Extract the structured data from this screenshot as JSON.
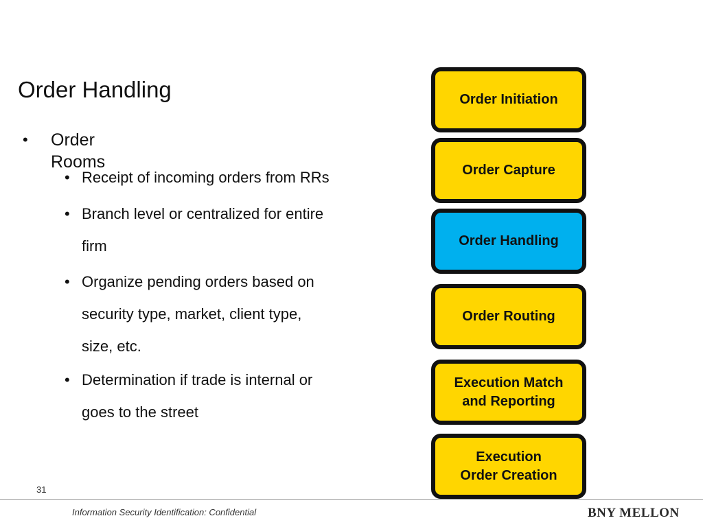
{
  "slide": {
    "title": "Order Handling",
    "level1": {
      "marker": "•",
      "text": "Order Rooms"
    },
    "level2": [
      {
        "marker": "•",
        "lines": [
          "Receipt of incoming orders from RRs"
        ]
      },
      {
        "marker": "•",
        "lines": [
          "Branch level or centralized for entire",
          "firm"
        ]
      },
      {
        "marker": "•",
        "lines": [
          "Organize pending orders based on",
          "security type, market, client type,",
          "size, etc."
        ]
      },
      {
        "marker": "•",
        "lines": [
          "Determination if trade is internal or",
          "goes to the street"
        ]
      }
    ]
  },
  "flow": {
    "colors": {
      "default": "#FFD600",
      "active": "#00B0EE",
      "border": "#111111"
    },
    "steps": [
      {
        "label": "Order Initiation",
        "active": false
      },
      {
        "label": "Order Capture",
        "active": false
      },
      {
        "label": "Order Handling",
        "active": true
      },
      {
        "label": "Order Routing",
        "active": false
      },
      {
        "label": "Execution Match\nand Reporting",
        "active": false
      },
      {
        "label": "Execution\nOrder Creation",
        "active": false
      }
    ]
  },
  "footer": {
    "page_number": "31",
    "classification": "Information Security Identification: Confidential",
    "logo_text": "BNY MELLON"
  }
}
